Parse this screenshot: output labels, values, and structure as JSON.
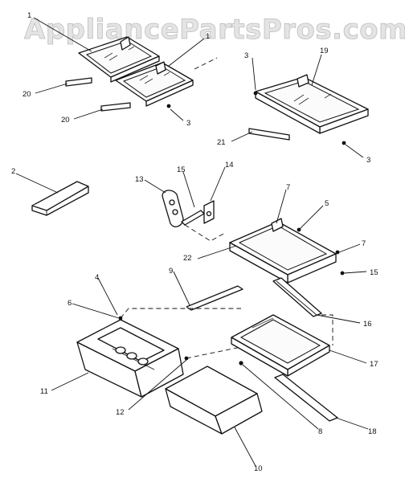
{
  "watermark": "AppliancePartsPros.com",
  "callouts": [
    "1",
    "1",
    "20",
    "20",
    "3",
    "3",
    "19",
    "21",
    "3",
    "2",
    "13",
    "15",
    "14",
    "7",
    "5",
    "7",
    "22",
    "15",
    "9",
    "4",
    "6",
    "16",
    "17",
    "11",
    "12",
    "8",
    "18",
    "10"
  ]
}
